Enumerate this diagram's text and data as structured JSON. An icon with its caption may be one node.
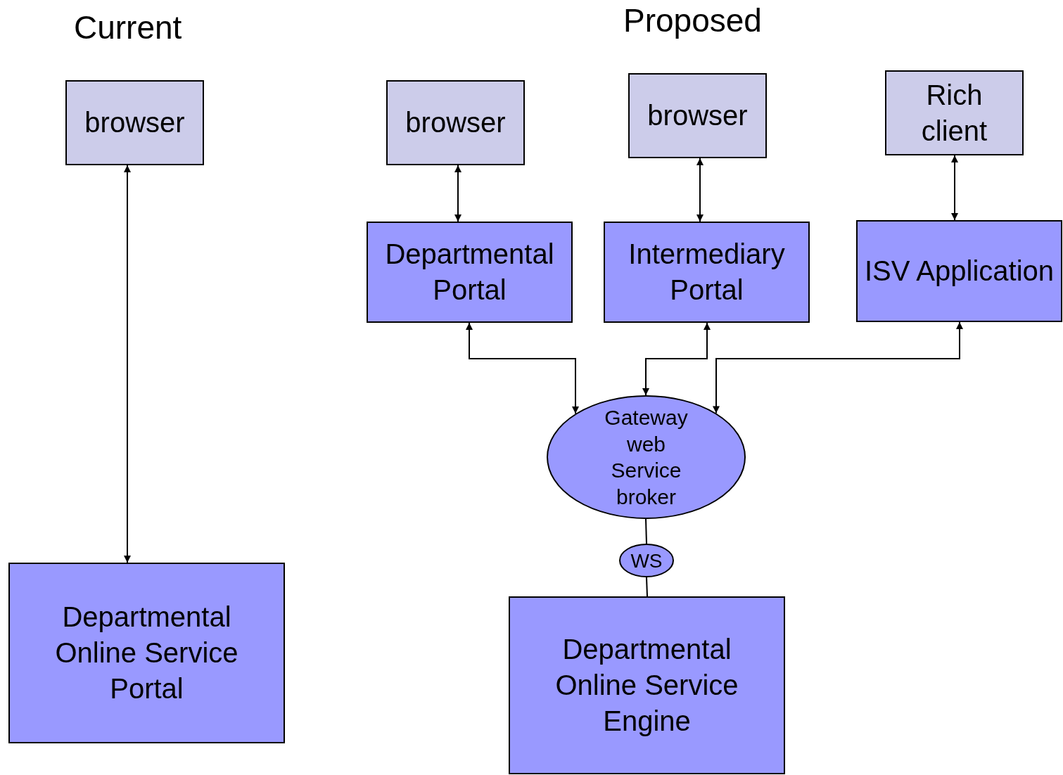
{
  "diagram": {
    "nodes": [
      {
        "text": [
          "browser"
        ]
      },
      {
        "text": [
          "Departmental Online Service Portal"
        ]
      },
      {
        "text": [
          "browser"
        ]
      },
      {
        "text": [
          "browser"
        ]
      },
      {
        "text": [
          "Rich client"
        ]
      },
      {
        "text": [
          "Departmental Portal"
        ]
      },
      {
        "text": [
          "Intermediary Portal"
        ]
      },
      {
        "text": [
          "ISV Application"
        ]
      },
      {
        "text": [
          "Gateway web Service broker"
        ]
      },
      {
        "text": [
          "WS"
        ]
      },
      {
        "text": [
          "Departmental Online Service Engine"
        ]
      }
    ],
    "edges": [
      {
        "from": 0,
        "to": 1,
        "arrow": "both"
      },
      {
        "from": 2,
        "to": 5,
        "arrow": "both"
      },
      {
        "from": 3,
        "to": 6,
        "arrow": "both"
      },
      {
        "from": 4,
        "to": 7,
        "arrow": "both"
      },
      {
        "from": 5,
        "to": 8,
        "arrow": "both"
      },
      {
        "from": 6,
        "to": 8,
        "arrow": "both"
      },
      {
        "from": 7,
        "to": 8,
        "arrow": "both"
      },
      {
        "from": 8,
        "to": 9,
        "arrow": "none"
      },
      {
        "from": 9,
        "to": 10,
        "arrow": "none"
      }
    ],
    "labels": [
      "Current",
      "Proposed"
    ]
  }
}
